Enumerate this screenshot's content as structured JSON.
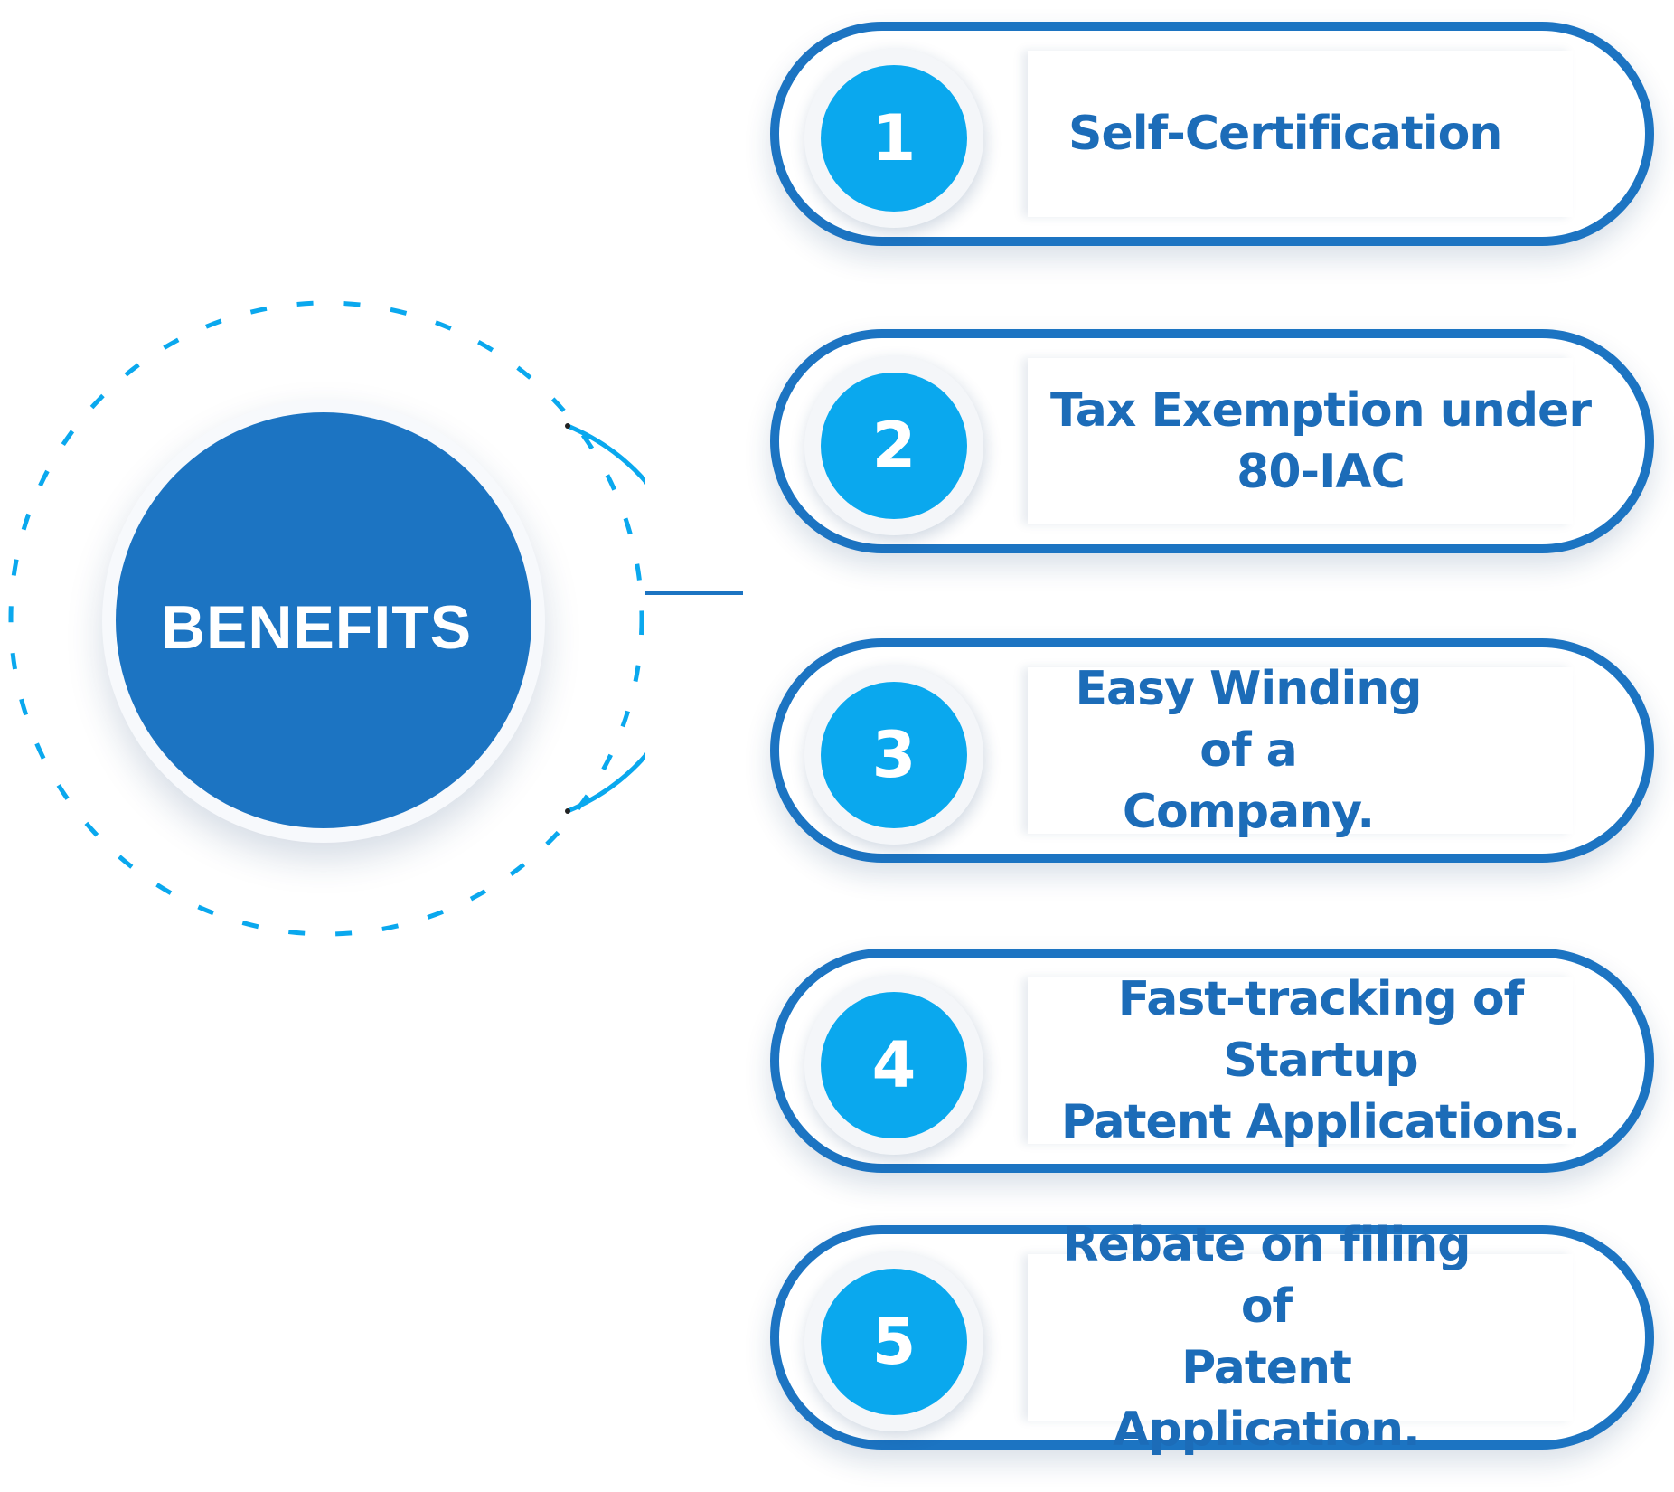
{
  "hub": {
    "title": "BENEFITS"
  },
  "benefits": [
    {
      "number": "1",
      "label": "Self-Certification"
    },
    {
      "number": "2",
      "label": "Tax Exemption under\n80-IAC"
    },
    {
      "number": "3",
      "label": "Easy Winding of a\nCompany."
    },
    {
      "number": "4",
      "label": "Fast-tracking of Startup\nPatent Applications."
    },
    {
      "number": "5",
      "label": "Rebate on filing of\nPatent Application."
    }
  ],
  "colors": {
    "primary_blue": "#1c74c2",
    "badge_blue": "#0aa8ee",
    "text_blue": "#1c6cb8",
    "background": "#ffffff"
  }
}
